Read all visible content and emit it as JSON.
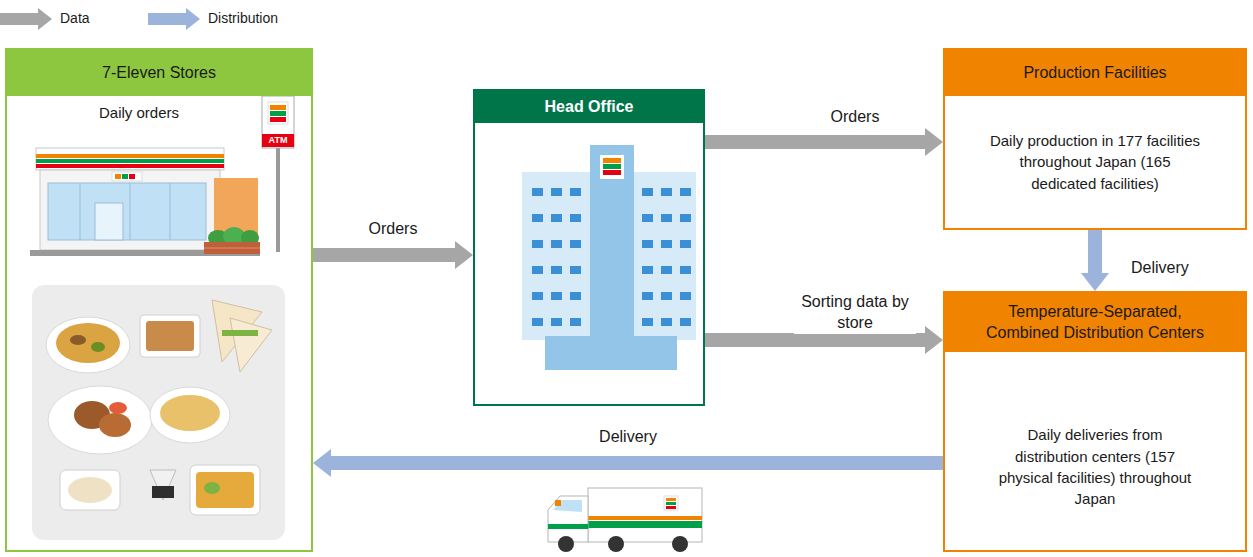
{
  "diagram": {
    "nodes": [
      {
        "text": [
          "7-Eleven Stores",
          "Daily orders"
        ]
      },
      {
        "text": [
          "Head Office"
        ]
      },
      {
        "text": [
          "Production Facilities",
          "Daily production in 177 facilities throughout Japan (165 dedicated facilities)"
        ]
      },
      {
        "text": [
          "Temperature-Separated, Combined Distribution Centers",
          "Daily deliveries from distribution centers (157 physical facilities) throughout Japan"
        ]
      }
    ],
    "edges": [
      {
        "from": 0,
        "to": 1,
        "arrow": "to",
        "label": "Orders"
      },
      {
        "from": 1,
        "to": 2,
        "arrow": "to",
        "label": "Orders"
      },
      {
        "from": 2,
        "to": 3,
        "arrow": "to",
        "label": "Delivery"
      },
      {
        "from": 1,
        "to": 3,
        "arrow": "to",
        "label": "Sorting data by store"
      },
      {
        "from": 3,
        "to": 0,
        "arrow": "to",
        "label": "Delivery"
      }
    ],
    "labels": [
      "ATM"
    ],
    "legend": [
      {
        "text": "Data",
        "color": "#a6a6a6"
      },
      {
        "text": "Distribution",
        "color": "#9cb3dc"
      }
    ]
  }
}
